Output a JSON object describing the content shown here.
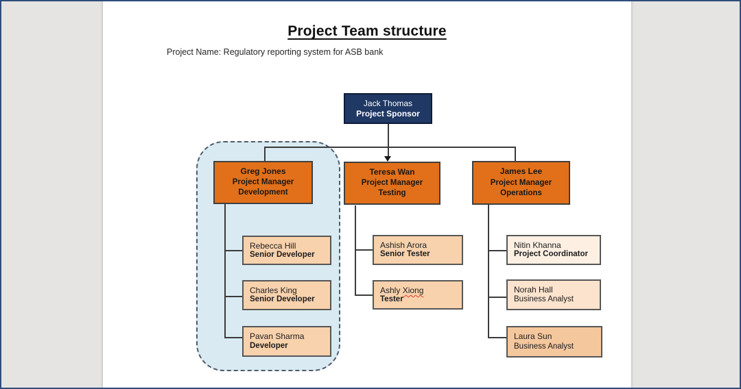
{
  "document": {
    "title": "Project Team structure",
    "project_line": "Project Name: Regulatory reporting system for ASB bank"
  },
  "org": {
    "sponsor": {
      "name": "Jack Thomas",
      "role": "Project Sponsor"
    },
    "managers": [
      {
        "name": "Greg Jones",
        "role": "Project Manager Development"
      },
      {
        "name": "Teresa Wan",
        "role": "Project Manager Testing"
      },
      {
        "name": "James Lee",
        "role": "Project Manager Operations"
      }
    ],
    "development_team": [
      {
        "name": "Rebecca Hill",
        "role": "Senior Developer"
      },
      {
        "name": "Charles King",
        "role": "Senior Developer"
      },
      {
        "name": "Pavan Sharma",
        "role": "Developer"
      }
    ],
    "testing_team": [
      {
        "name": "Ashish Arora",
        "role": "Senior Tester"
      },
      {
        "name": "Ashly Xiong",
        "name_prefix": "Ashly ",
        "name_flagged": "Xiong",
        "spellcheck_flagged_word": "Xiong",
        "role": "Tester"
      }
    ],
    "operations_team": [
      {
        "name": "Nitin Khanna",
        "role": "Project Coordinator"
      },
      {
        "name": "Norah Hall",
        "role": "Business Analyst"
      },
      {
        "name": "Laura Sun",
        "role": "Business Analyst"
      }
    ]
  },
  "colors": {
    "window_border": "#2e4d7b",
    "workspace_background": "#e5e4e3",
    "page_background": "#ffffff",
    "sponsor_fill": "#1f3864",
    "sponsor_text": "#ffffff",
    "manager_fill": "#e2701a",
    "member_fill": "#f8d2ad",
    "member_fill_light": "#fdf0e3",
    "member_fill_mid": "#fbe3cd",
    "member_fill_deep": "#f5c79d",
    "team_highlight_fill": "#d9eaf2",
    "connector": "#3b3b3b",
    "spellcheck_underline": "#df3826"
  }
}
